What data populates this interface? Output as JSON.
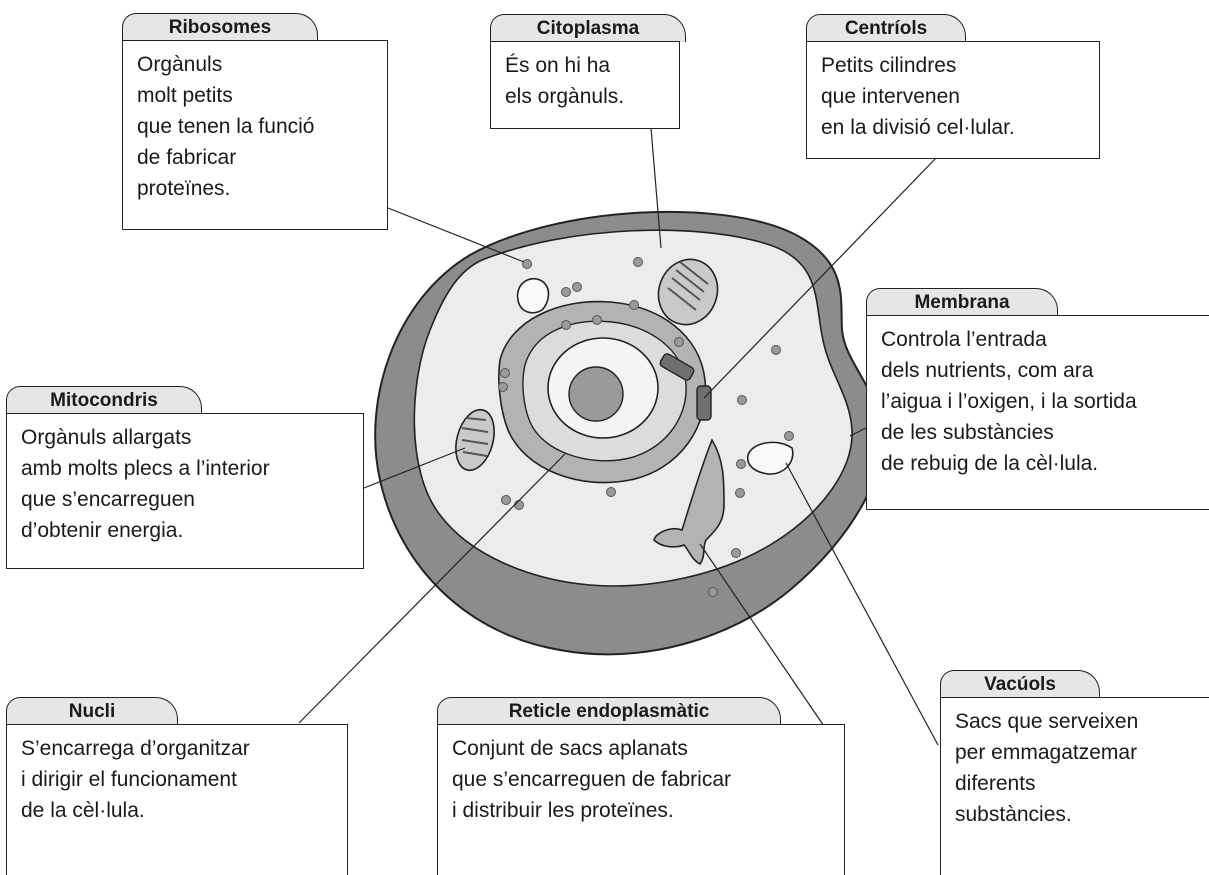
{
  "labels": {
    "ribosomes": {
      "title": "Ribosomes",
      "text": "Orgànuls\nmolt petits\nque tenen la funció\nde fabricar\nproteïnes."
    },
    "citoplasma": {
      "title": "Citoplasma",
      "text": "És on hi ha\nels orgànuls."
    },
    "centriols": {
      "title": "Centríols",
      "text": "Petits cilindres\nque intervenen\nen la divisió cel·lular."
    },
    "membrana": {
      "title": "Membrana",
      "text": "Controla l’entrada\ndels nutrients, com ara\nl’aigua i l’oxigen, i la sortida\nde les substàncies\nde rebuig de la cèl·lula."
    },
    "mitocondris": {
      "title": "Mitocondris",
      "text": "Orgànuls allargats\namb molts plecs a l’interior\nque s’encarreguen\nd’obtenir energia."
    },
    "nucli": {
      "title": "Nucli",
      "text": "S’encarrega d’organitzar\ni dirigir el funcionament\nde la cèl·lula."
    },
    "reticle": {
      "title": "Reticle endoplasmàtic",
      "text": "Conjunt de sacs aplanats\nque s’encarreguen de fabricar\ni distribuir les proteïnes."
    },
    "vacuols": {
      "title": "Vacúols",
      "text": "Sacs que serveixen\nper emmagatzemar\ndiferents\nsubstàncies."
    }
  },
  "colors": {
    "membrane": "#8c8c8c",
    "cytoplasm": "#ececec",
    "organelle": "#b3b3b3",
    "nucleus": "#9a9a9a",
    "outline": "#222222",
    "tab": "#e6e6e6"
  }
}
